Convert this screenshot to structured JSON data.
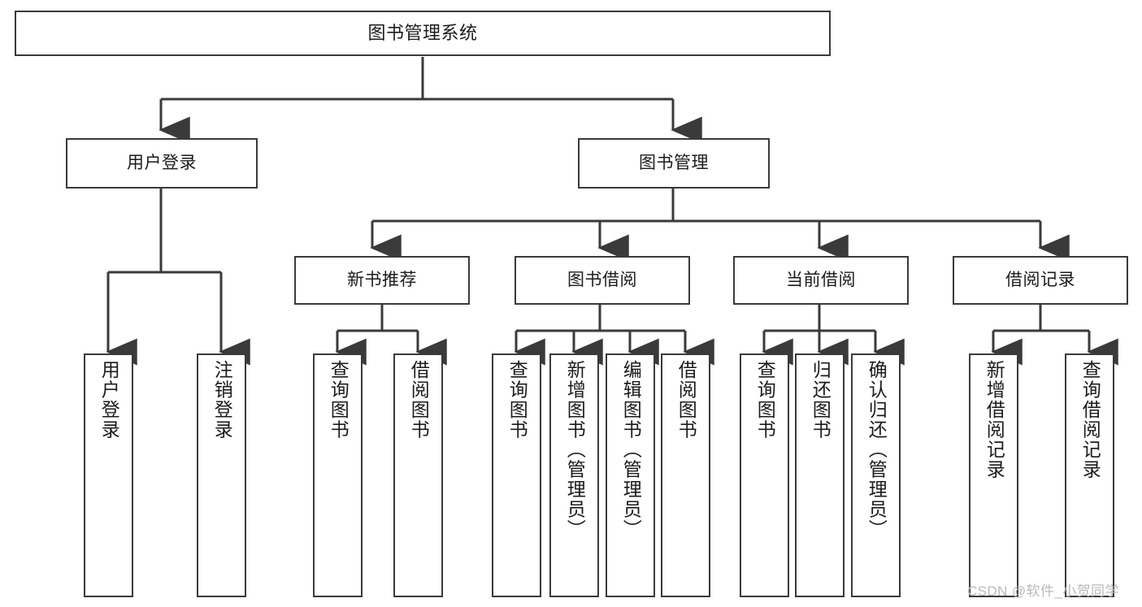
{
  "diagram": {
    "title": "图书管理系统",
    "watermark": "CSDN @软件_小贺同学",
    "line_color": "#3a3a3a",
    "box_fill": "#ffffff",
    "text_color": "#1b1b1b",
    "watermark_color": "#b9b9b9",
    "nodes": {
      "root": {
        "label": "图书管理系统"
      },
      "level2": [
        {
          "label": "用户登录"
        },
        {
          "label": "图书管理"
        }
      ],
      "level3": [
        {
          "label": "新书推荐"
        },
        {
          "label": "图书借阅"
        },
        {
          "label": "当前借阅"
        },
        {
          "label": "借阅记录"
        }
      ],
      "leaves": {
        "user_login": [
          {
            "label": "用户登录"
          },
          {
            "label": "注销登录"
          }
        ],
        "new_book_recommend": [
          {
            "label": "查询图书"
          },
          {
            "label": "借阅图书"
          }
        ],
        "book_borrow": [
          {
            "label": "查询图书"
          },
          {
            "label": "新增图书（管理员）"
          },
          {
            "label": "编辑图书（管理员）"
          },
          {
            "label": "借阅图书"
          }
        ],
        "current_borrow": [
          {
            "label": "查询图书"
          },
          {
            "label": "归还图书"
          },
          {
            "label": "确认归还（管理员）"
          }
        ],
        "borrow_record": [
          {
            "label": "新增借阅记录"
          },
          {
            "label": "查询借阅记录"
          }
        ]
      }
    }
  }
}
